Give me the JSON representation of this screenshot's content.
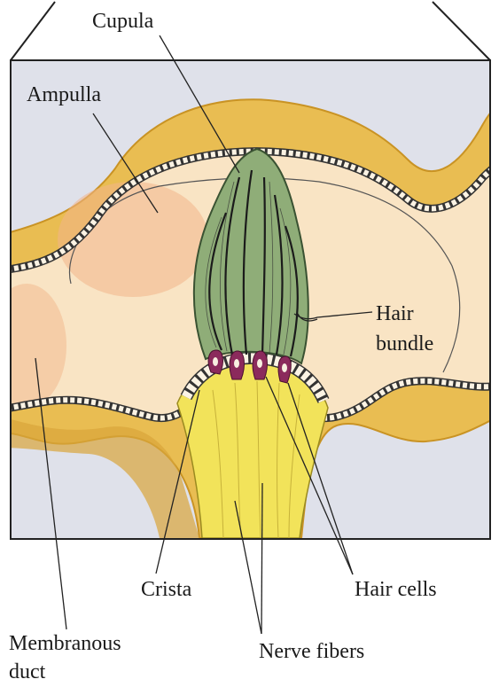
{
  "labels": {
    "cupula": "Cupula",
    "ampulla": "Ampulla",
    "hair_bundle_line1": "Hair",
    "hair_bundle_line2": "bundle",
    "crista": "Crista",
    "hair_cells": "Hair cells",
    "membranous_duct_line1": "Membranous",
    "membranous_duct_line2": "duct",
    "nerve_fibers": "Nerve fibers"
  },
  "colors": {
    "background": "#dfe1ea",
    "duct_wall": "#e9bd52",
    "duct_wall_dark": "#c99324",
    "lumen": "#f9e4c4",
    "ampulla_glow": "#f2b58a",
    "cupula": "#8fad78",
    "cupula_dark": "#5f8052",
    "hair_cell": "#8b2a5c",
    "nerve": "#f2e35a",
    "outline": "#2a2a2a"
  }
}
